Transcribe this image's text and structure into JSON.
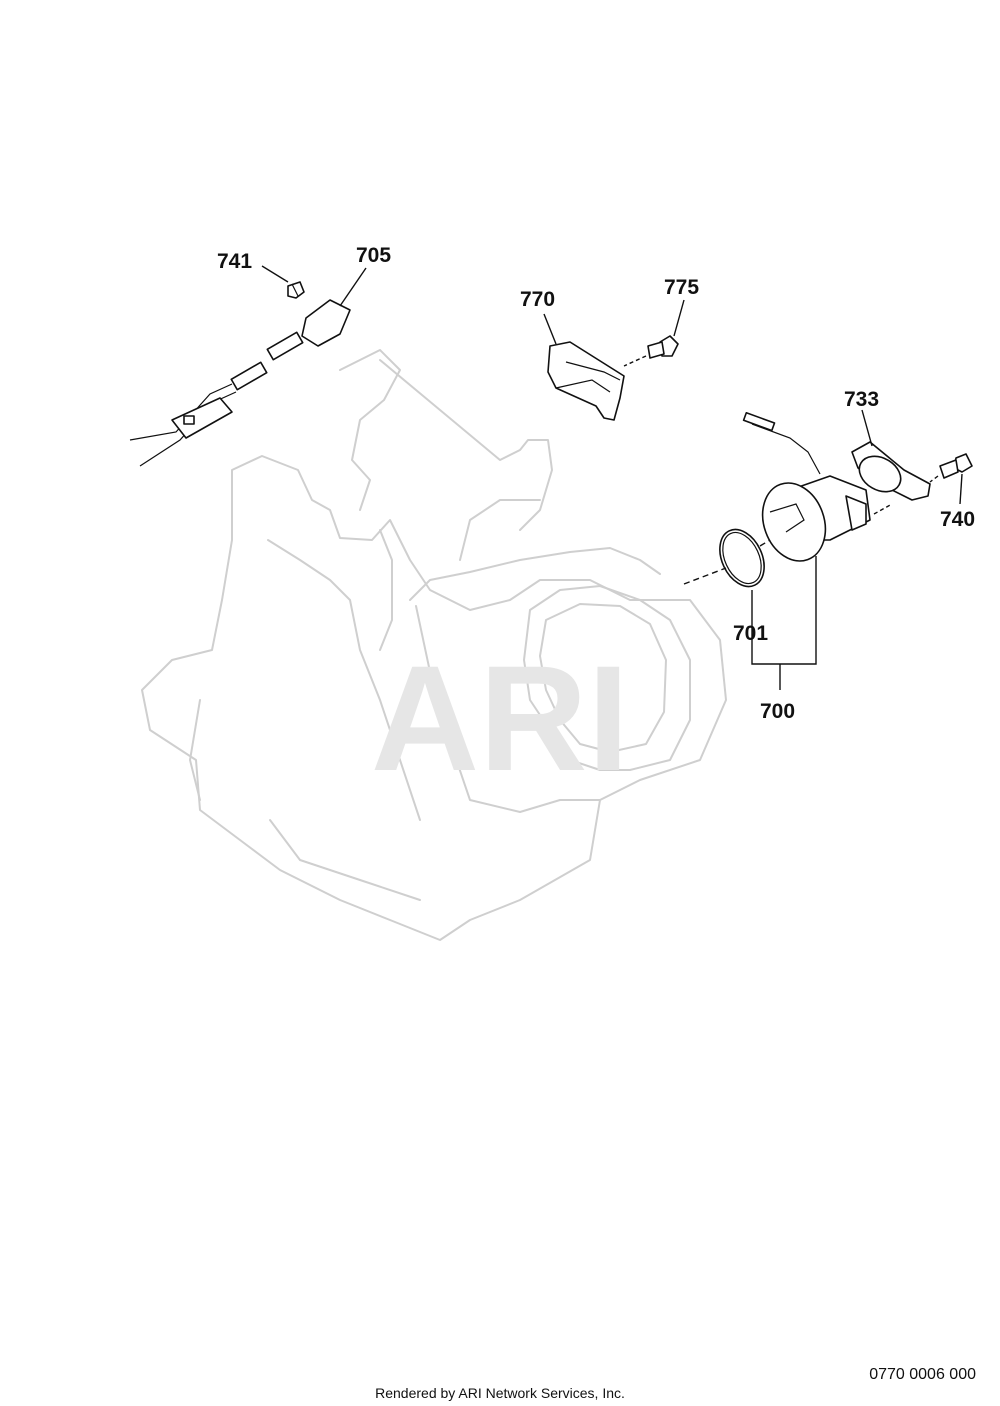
{
  "watermark": "ARI",
  "callouts": {
    "c741": "741",
    "c705": "705",
    "c770": "770",
    "c775": "775",
    "c733": "733",
    "c740": "740",
    "c701": "701",
    "c700": "700"
  },
  "footer": {
    "drawing_code": "0770 0006 000",
    "credit": "Rendered by ARI Network Services, Inc."
  }
}
